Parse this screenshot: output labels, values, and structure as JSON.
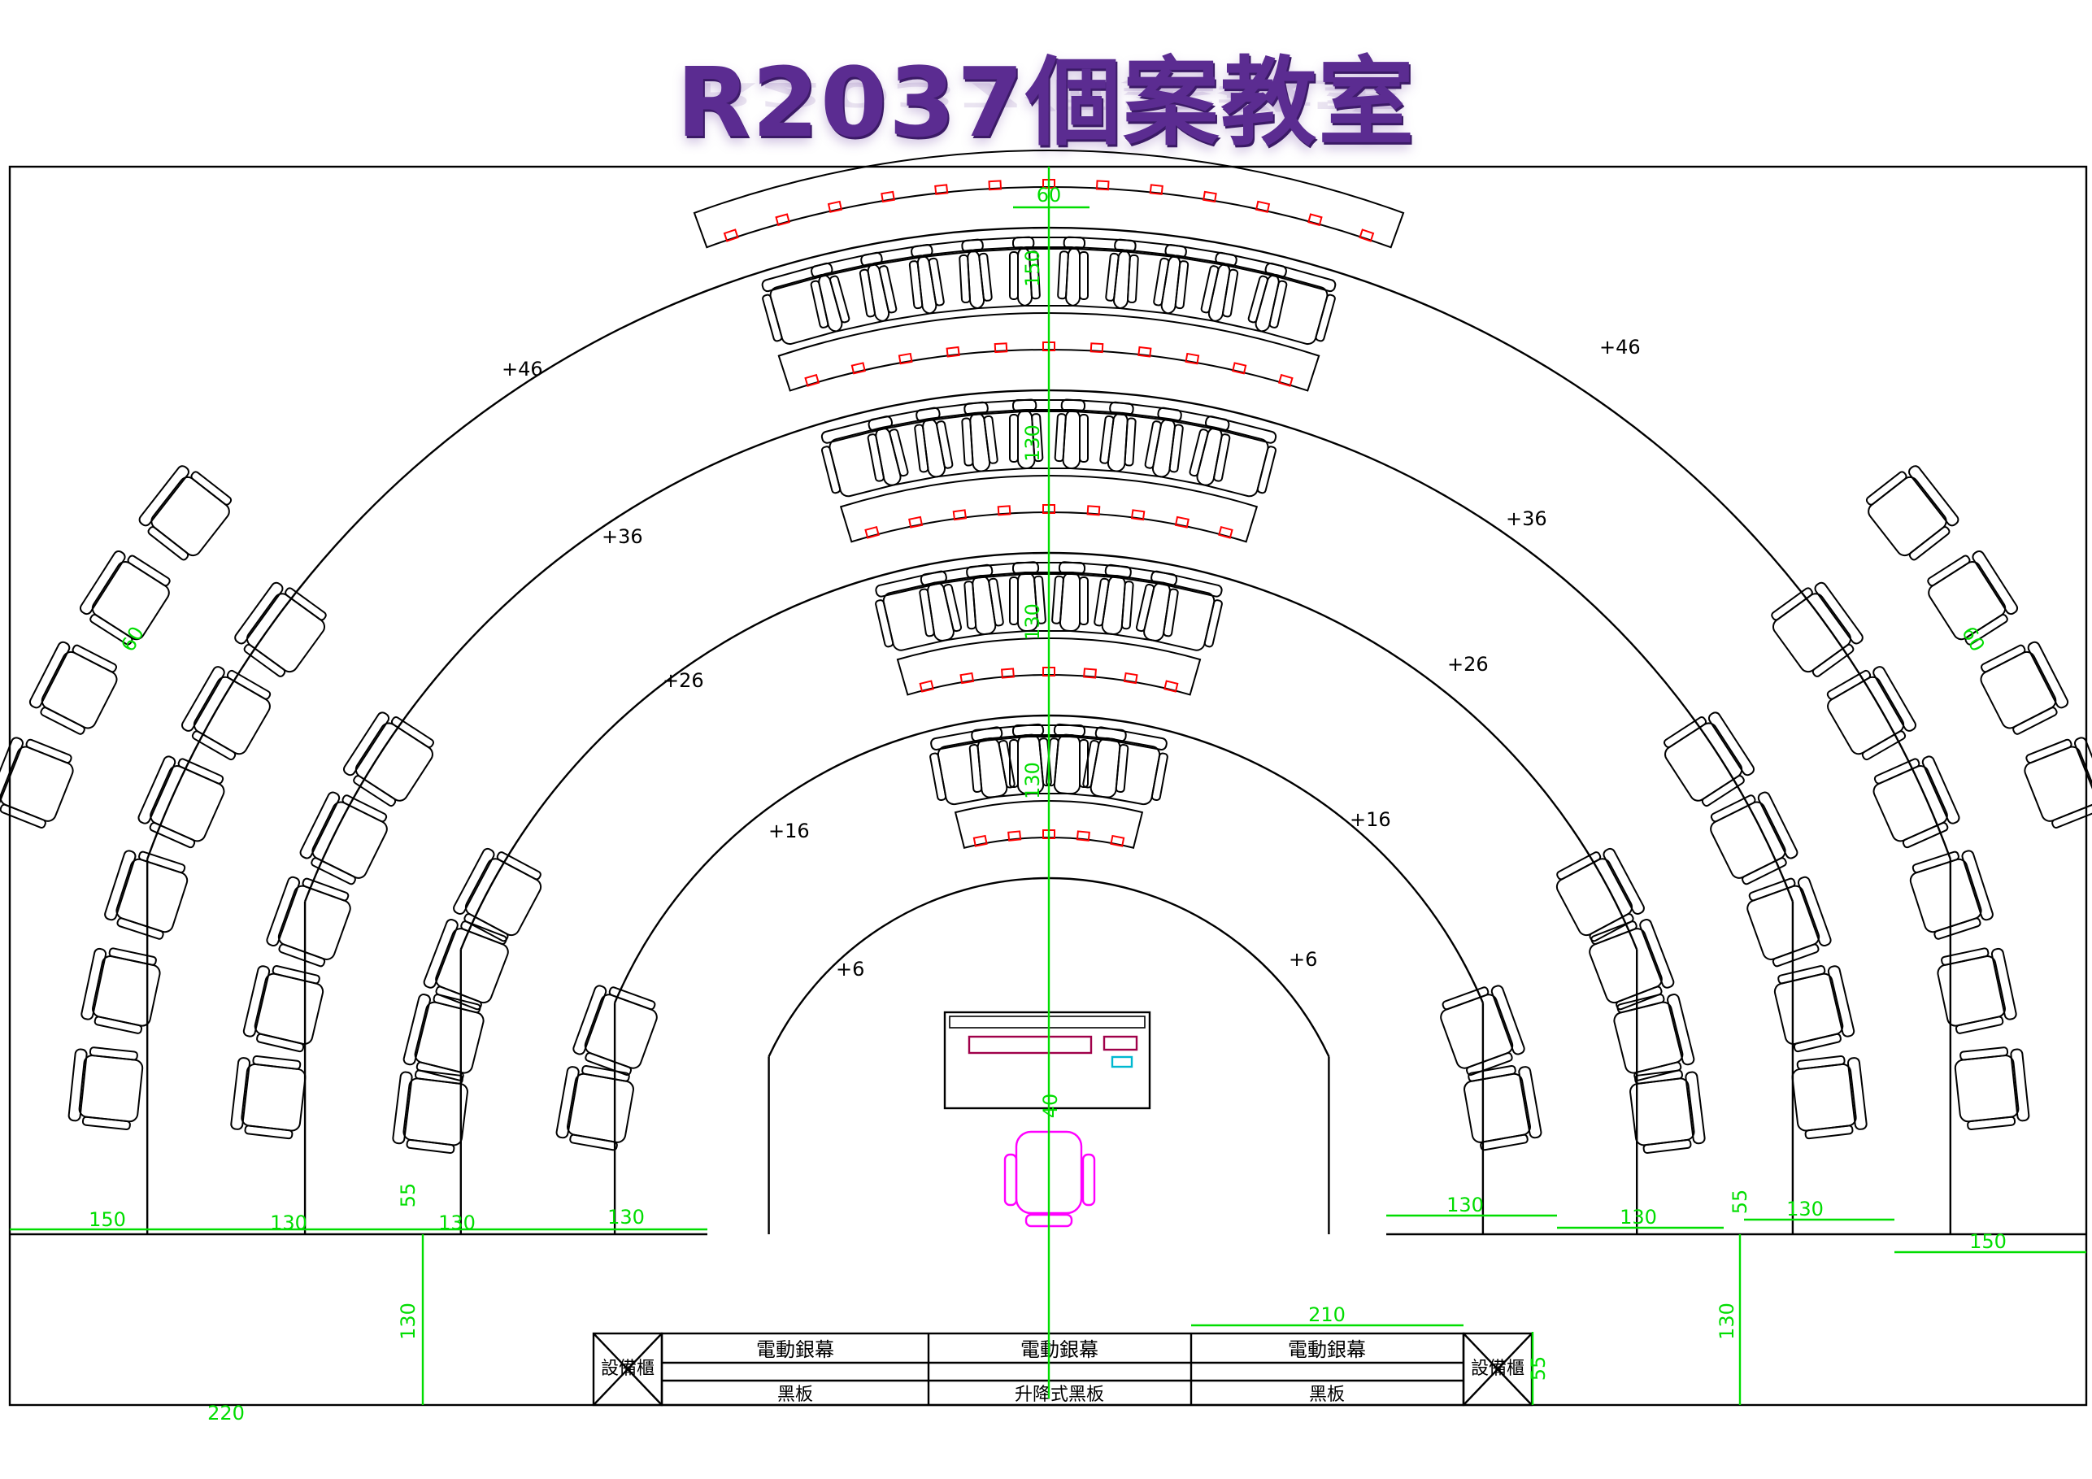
{
  "title": "R2037個案教室",
  "row_labels": {
    "row1": "+6",
    "row2": "+16",
    "row3": "+26",
    "row4": "+36",
    "row5": "+46"
  },
  "dimensions": {
    "seat_width": "60",
    "row_depth_back": "150",
    "row_depth": "130",
    "aisle": "55",
    "side_margin": "150",
    "podium_gap": "40",
    "screen_width": "210",
    "front_depth": "130",
    "front_board_depth": "55",
    "left_cut": "220"
  },
  "front_wall": {
    "cabinet_left": "設備櫃",
    "cabinet_right": "設備櫃",
    "screen_label": "電動銀幕",
    "board_left": "黑板",
    "board_center": "升降式黑板",
    "board_right": "黑板"
  },
  "colors": {
    "lines": "#000000",
    "dimension": "#00dd00",
    "outlets": "#ff0000",
    "chair": "#ff00ff",
    "podium_strip": "#a0004a",
    "podium_box": "#00b8d0",
    "title": "#5b2c91"
  }
}
